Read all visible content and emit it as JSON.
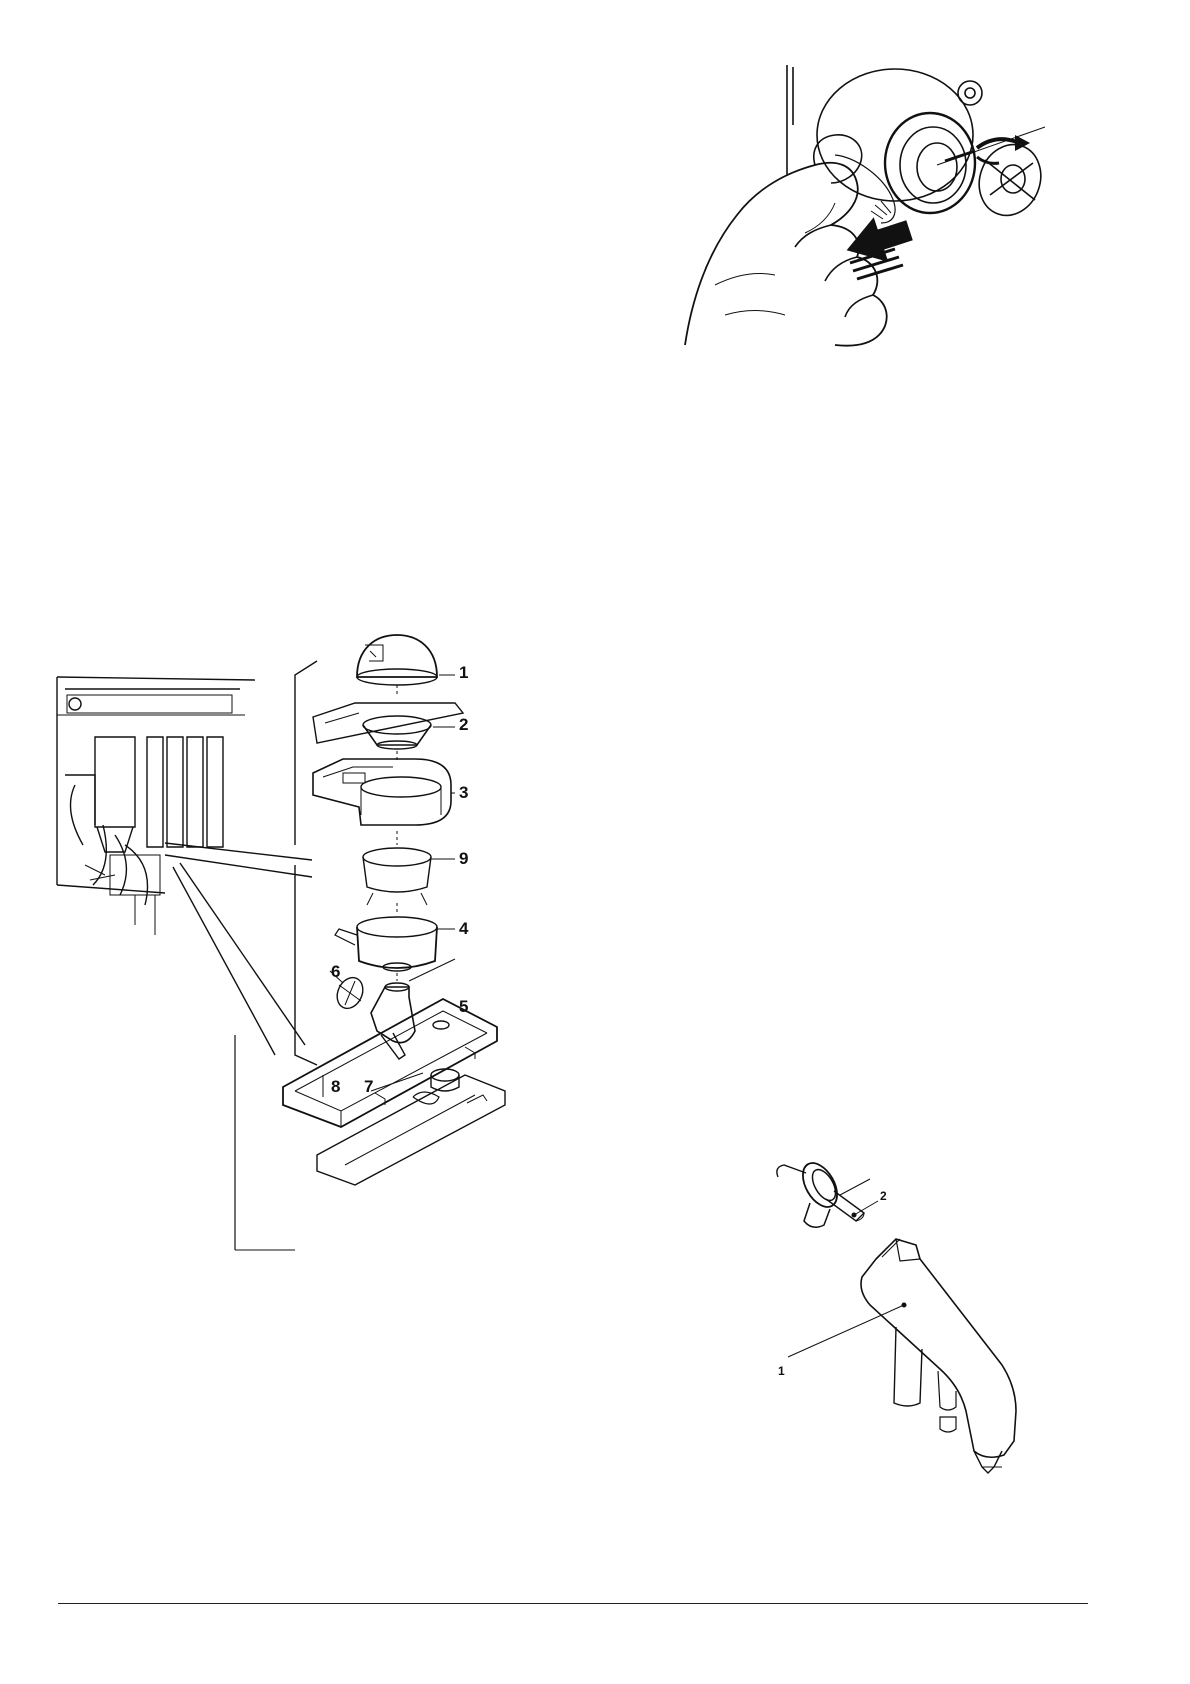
{
  "page": {
    "background": "#ffffff",
    "ink": "#111111"
  },
  "figures": {
    "hand_filter_removal": {
      "icon": "hand-removing-filter-illustration"
    },
    "mixer_exploded_view": {
      "icon": "exploded-mixer-assembly-illustration",
      "callouts": [
        "1",
        "2",
        "3",
        "9",
        "4",
        "6",
        "5",
        "8",
        "7"
      ]
    },
    "outlet_spout": {
      "icon": "outlet-spout-illustration",
      "callouts": [
        "2",
        "1"
      ]
    }
  }
}
